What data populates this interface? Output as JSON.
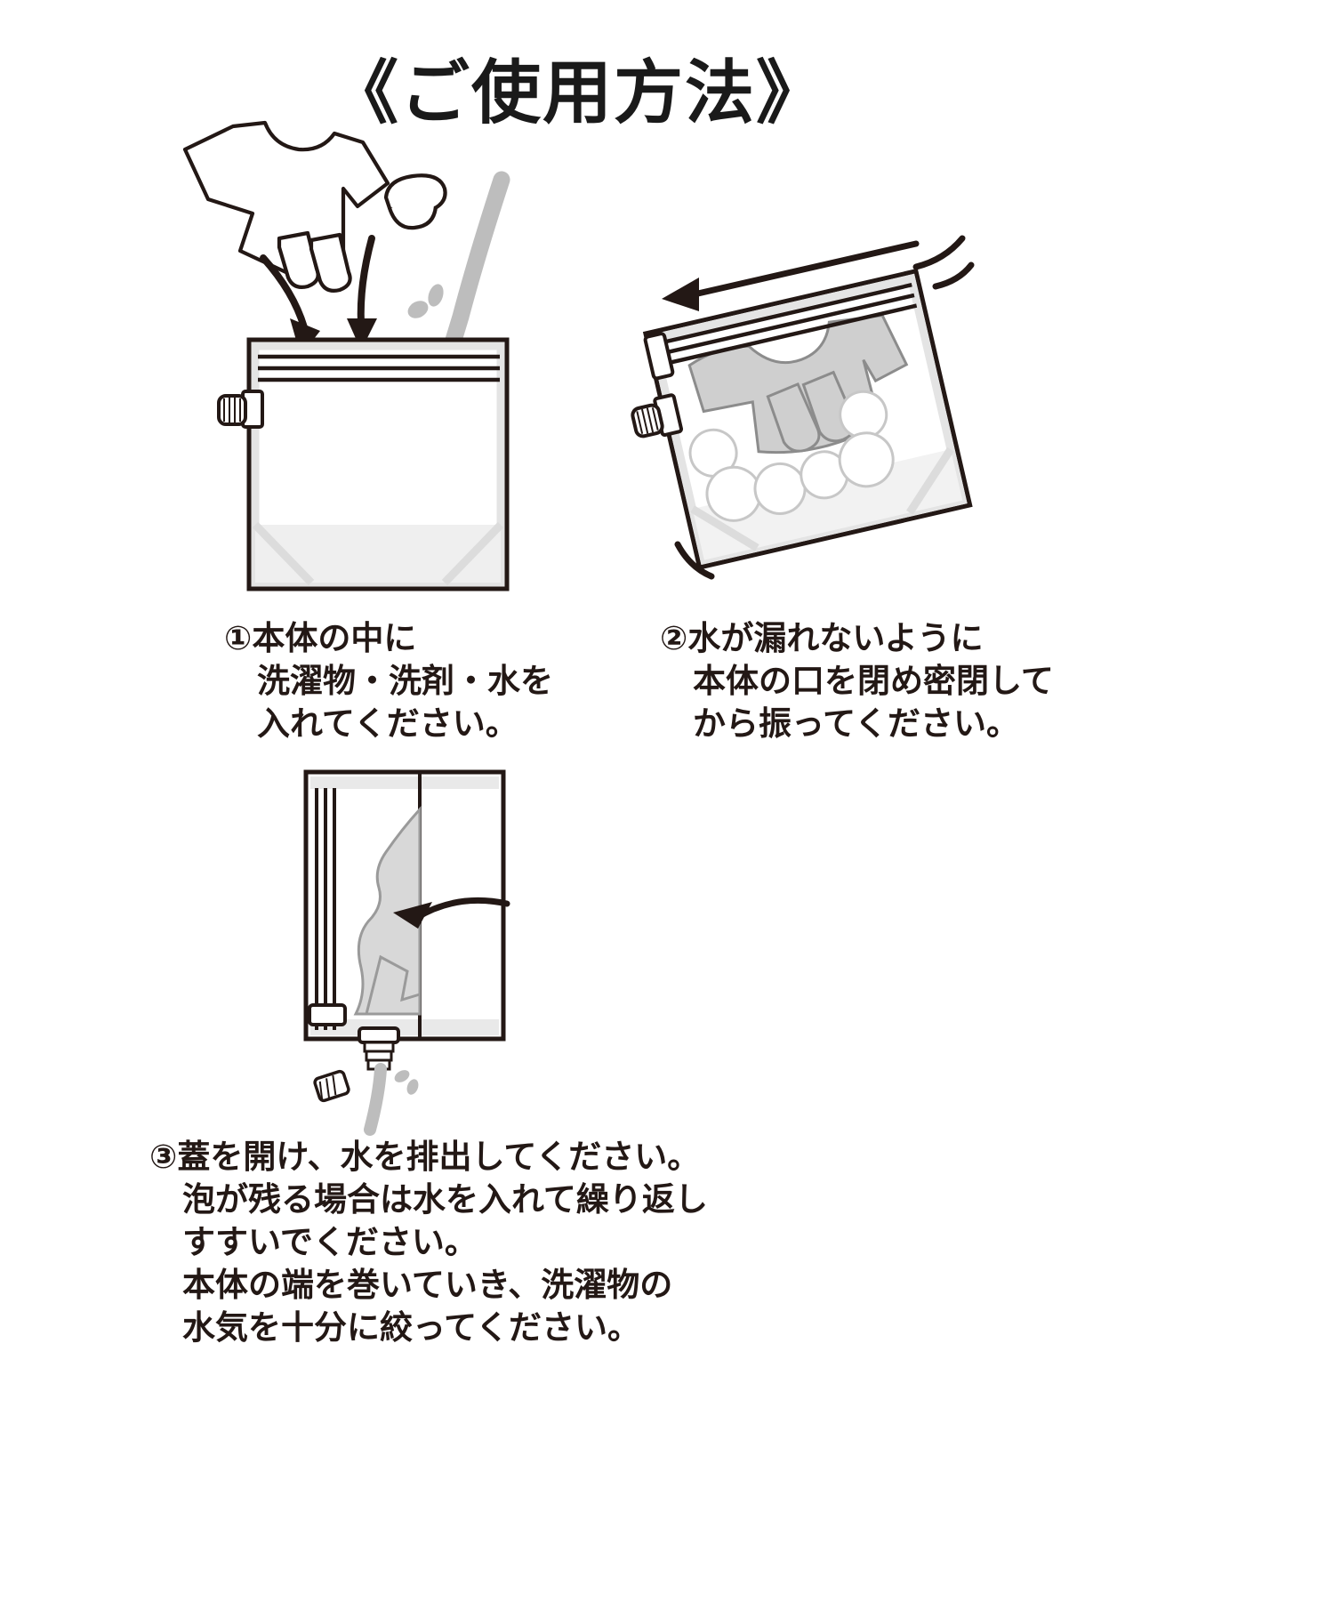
{
  "page": {
    "title": "《ご使用方法》",
    "background_color": "#ffffff",
    "ink_color": "#231815",
    "gray_fill": "#d8d8d8",
    "light_gray_fill": "#e6e6e6"
  },
  "steps": [
    {
      "number": "①",
      "caption": "①本体の中に\n　洗濯物・洗剤・水を\n　入れてください。",
      "illustration_name": "wash-bag-open-with-laundry-detergent-water"
    },
    {
      "number": "②",
      "caption": "②水が漏れないように\n　本体の口を閉め密閉して\n　から振ってください。",
      "illustration_name": "wash-bag-sealed-shaking"
    },
    {
      "number": "③",
      "caption": "③蓋を開け、水を排出してください。\n　泡が残る場合は水を入れて繰り返し\n　すすいでください。\n　本体の端を巻いていき、洗濯物の\n　水気を十分に絞ってください。",
      "illustration_name": "wash-bag-rolled-draining"
    }
  ],
  "icons": {
    "tshirt": "tshirt-icon",
    "socks": "socks-icon",
    "detergent_cap": "detergent-cap-icon",
    "water_stream": "water-stream-icon",
    "arrow_down": "arrow-down-icon",
    "arrow_left": "arrow-left-icon",
    "arrow_curved": "arrow-curved-icon",
    "shake_lines": "shake-motion-lines-icon",
    "valve_cap": "valve-cap-icon",
    "zipper": "zipper-icon",
    "zipper_slider": "zipper-slider-icon",
    "bubbles": "soap-bubbles-icon",
    "droplets": "water-droplets-icon"
  }
}
